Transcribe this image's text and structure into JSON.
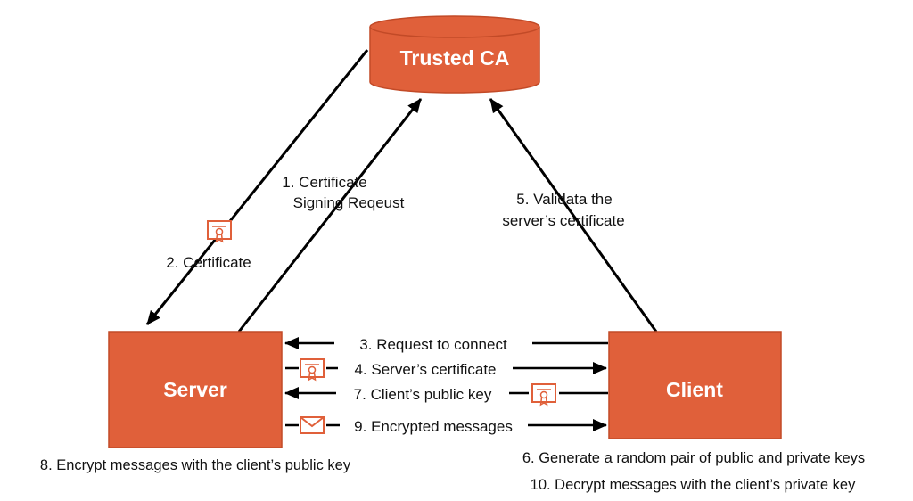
{
  "colors": {
    "accent": "#E0603A",
    "accent_stroke": "#C24A27",
    "line": "#000000",
    "text": "#111111",
    "background": "#FFFFFF"
  },
  "nodes": {
    "ca": "Trusted CA",
    "server": "Server",
    "client": "Client"
  },
  "steps": {
    "s1_line1": "1. Certificate",
    "s1_line2": "Signing Reqeust",
    "s2": "2. Certificate",
    "s3": "3. Request to connect",
    "s4": "4. Server’s certificate",
    "s5_line1": "5. Validata the",
    "s5_line2": "server’s certificate",
    "s6": "6. Generate a random pair of public and private keys",
    "s7": "7. Client’s public key",
    "s8": "8. Encrypt messages with the client’s public key",
    "s9": "9. Encrypted messages",
    "s10": "10. Decrypt messages with the client’s private key"
  },
  "icons": {
    "certificate": "certificate-icon",
    "envelope": "envelope-icon"
  }
}
